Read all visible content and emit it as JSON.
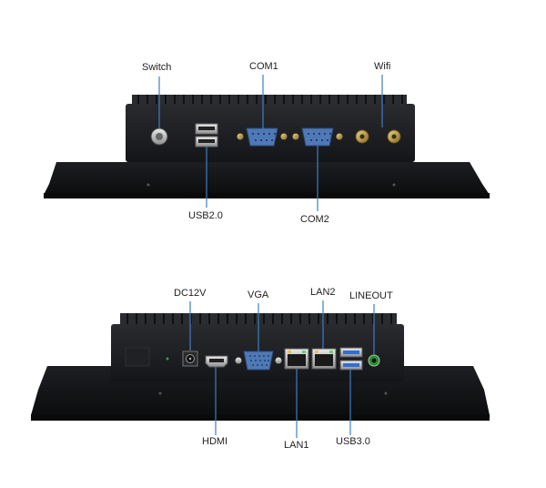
{
  "top_panel": {
    "labels": {
      "switch": "Switch",
      "com1": "COM1",
      "wifi": "Wifi",
      "usb2": "USB2.0",
      "com2": "COM2"
    }
  },
  "bottom_panel": {
    "labels": {
      "dc12v": "DC12V",
      "vga": "VGA",
      "lan2": "LAN2",
      "lineout": "LINEOUT",
      "hdmi": "HDMI",
      "lan1": "LAN1",
      "usb3": "USB3.0"
    }
  },
  "colors": {
    "callout_line": "#3b7fc4",
    "chassis": "#1b1c1f",
    "usb3_port": "#2f6fd6"
  }
}
